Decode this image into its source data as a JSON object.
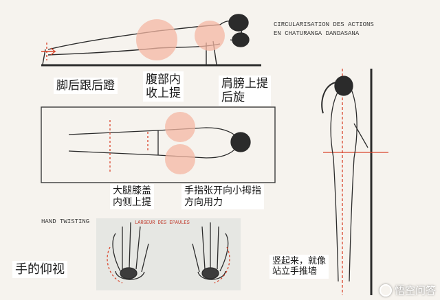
{
  "diagram": {
    "headings": {
      "top_right": "CIRCULARISATION DES ACTIONS\nEN CHATURANGA DANDASANA",
      "hand_twisting": "HAND TWISTING",
      "palm_width": "LARGEUR DES EPAULES"
    },
    "labels": {
      "heels": "脚后跟后蹬",
      "abdomen": "腹部内\n收上提",
      "shoulders": "肩膀上提\n后旋",
      "thighs": "大腿膝盖\n内侧上提",
      "fingers": "手指张开向小拇指\n方向用力",
      "palm_view": "手的仰视",
      "standing": "竖起来，就像\n站立手推墙"
    },
    "watermark": "悟空问答",
    "colors": {
      "accent_red": "#d9442b",
      "peach": "#f4b7a3",
      "ink": "#2b2b2b"
    }
  }
}
